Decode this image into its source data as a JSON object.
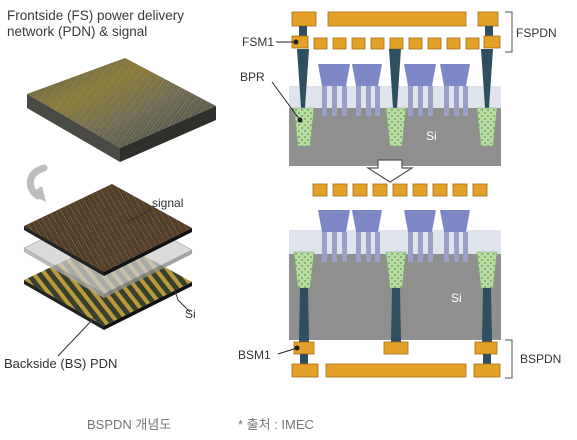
{
  "left_panel": {
    "title_line1": "Frontside (FS) power delivery",
    "title_line2": "network (PDN) & signal",
    "signal_label": "signal",
    "si_label": "Si",
    "backside_label": "Backside (BS) PDN"
  },
  "right_panel": {
    "fsm1_label": "FSM1",
    "bpr_label": "BPR",
    "si_top_label": "Si",
    "fspdn_label": "FSPDN",
    "si_bottom_label": "Si",
    "bsm1_label": "BSM1",
    "bspdn_label": "BSPDN"
  },
  "caption": {
    "text": "BSPDN 개념도",
    "source": "* 출처 : IMEC"
  },
  "colors": {
    "metal": "#e3a12a",
    "via": "#2e4f5f",
    "silicon": "#8f8f8f",
    "oxide": "#dfe4ec",
    "fin": "#7d87c6",
    "rail": "#b9dba4"
  }
}
